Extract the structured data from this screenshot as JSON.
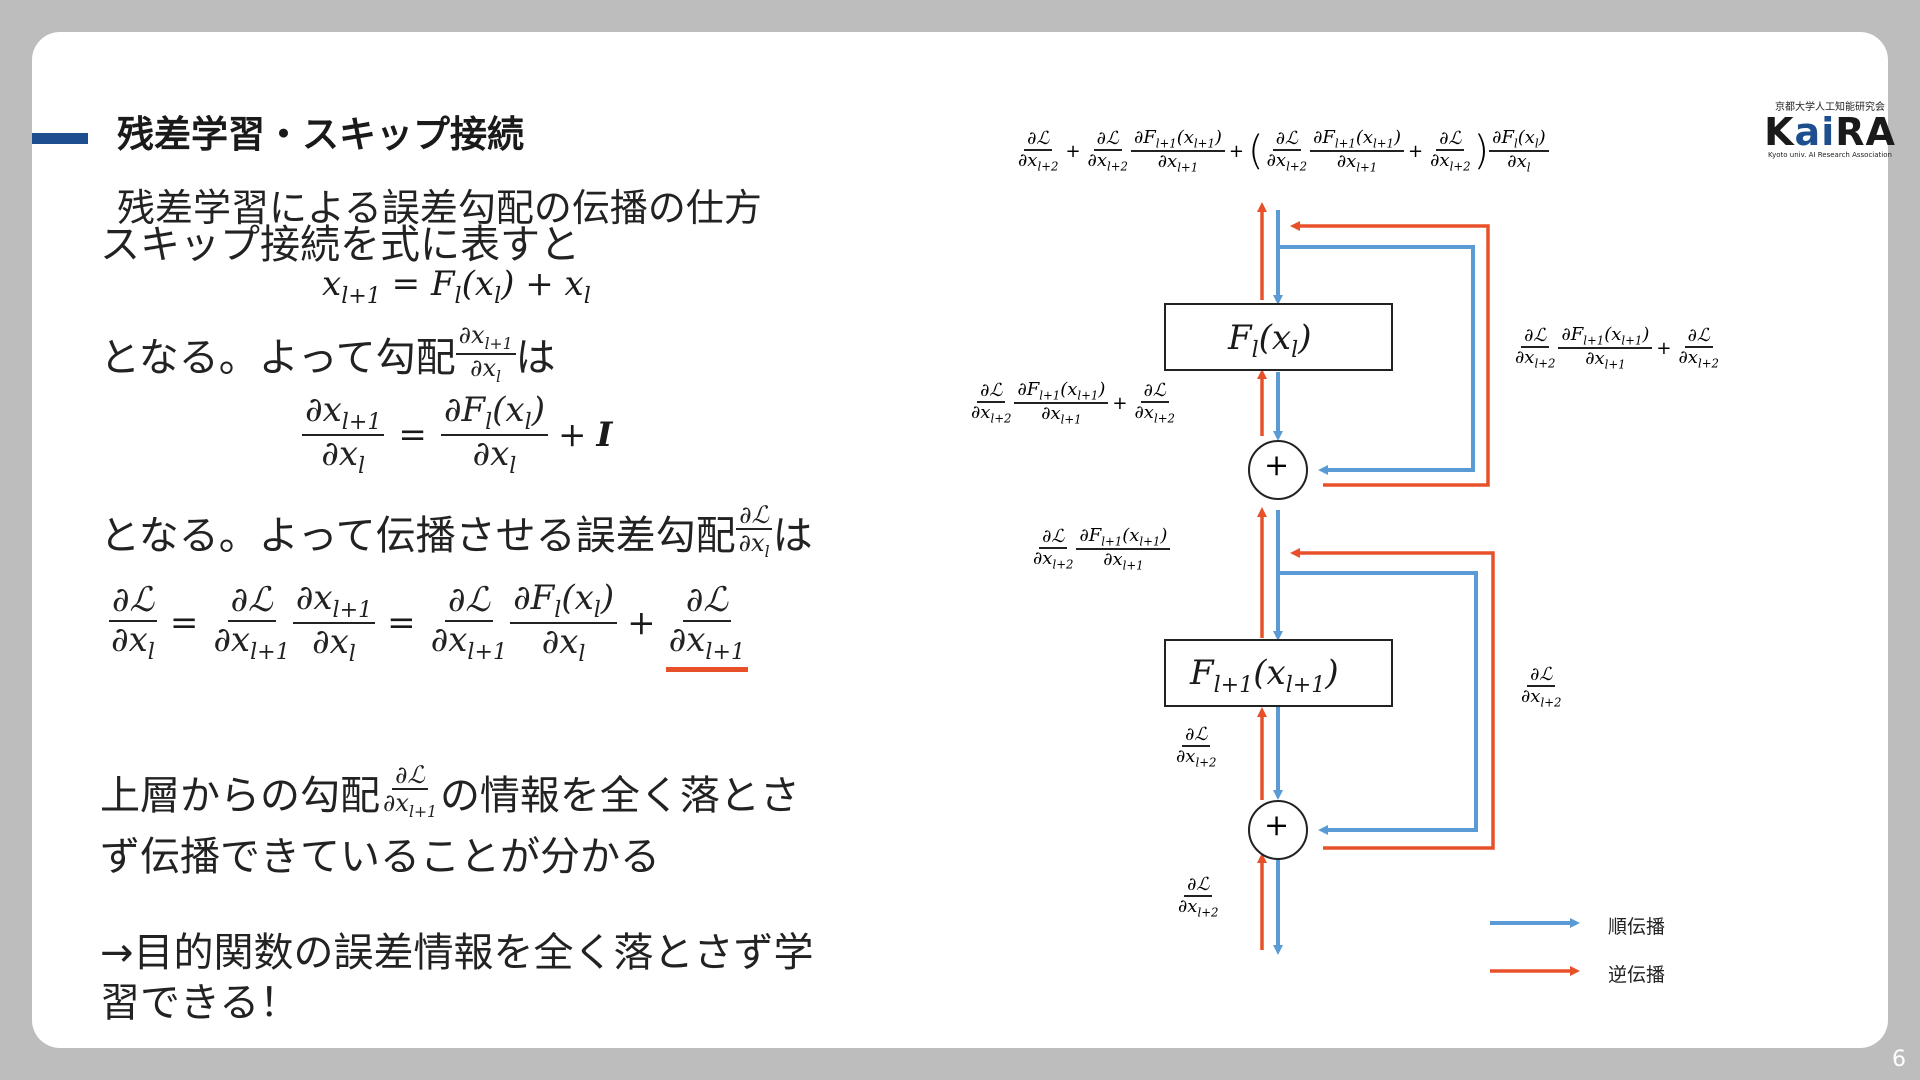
{
  "slide": {
    "title": "残差学習・スキップ接続",
    "subtitle": "残差学習による誤差勾配の伝播の仕方",
    "page_number": "6"
  },
  "logo": {
    "org_jp": "京都大学人工知能研究会",
    "name": "KaiRA",
    "org_en": "Kyoto univ. AI Research Association"
  },
  "body": {
    "line1": "スキップ接続を式に表すと",
    "eq1": "x_{l+1} = F_l(x_l) + x_l",
    "line2_a": "となる。よって勾配",
    "line2_b": "は",
    "line3_a": "となる。よって伝播させる誤差勾配",
    "line3_b": "は",
    "line4_a": "上層からの勾配",
    "line4_b": "の情報を全く落とさ",
    "line4_c": "ず伝播できていることが分かる",
    "line5_a": "→目的関数の誤差情報を全く落とさず学",
    "line5_b": "習できる！"
  },
  "diagram": {
    "block_top": "F_l(x_l)",
    "block_bottom": "F_{l+1}(x_{l+1})",
    "plus": "+"
  },
  "legend": {
    "forward": "順伝播",
    "backward": "逆伝播"
  },
  "colors": {
    "forward": "#5b9bd5",
    "backward": "#e8502a",
    "accent": "#1d4f8f"
  }
}
